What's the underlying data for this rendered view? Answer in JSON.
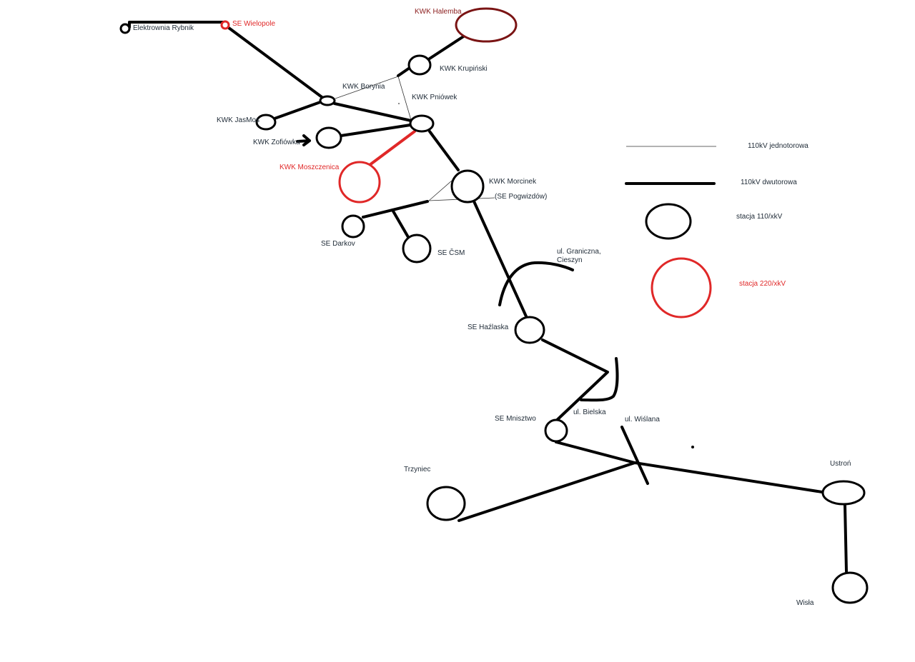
{
  "labels": {
    "elektrownia_rybnik": "Elektrownia Rybnik",
    "se_wielopole": "SE Wielopole",
    "kwk_halemba": "KWK Halemba",
    "kwk_krupinski": "KWK Krupiński",
    "kwk_borynia": "KWK Borynia",
    "kwk_pniowek": "KWK Pniówek",
    "kwk_jasmos": "KWK JasMos",
    "kwk_zofiowka": "KWK Zofiówka",
    "kwk_moszczenica": "KWK Moszczenica",
    "kwk_morcinek": "KWK Morcinek",
    "se_pogwizdow": "(SE Pogwizdów)",
    "se_darkov": "SE Darkov",
    "se_csm": "SE ČSM",
    "ul_graniczna_1": "ul. Graniczna,",
    "ul_graniczna_2": "Cieszyn",
    "se_hazlaska": "SE Haźlaska",
    "ul_bielska": "ul. Bielska",
    "se_mnisztwo": "SE Mnisztwo",
    "ul_wislana": "ul. Wiślana",
    "trzyniec": "Trzyniec",
    "ustron": "Ustroń",
    "wisla": "Wisła"
  },
  "legend": {
    "single_line": "110kV jednotorowa",
    "double_line": "110kV dwutorowa",
    "station_110": "stacja 110/xkV",
    "station_220": "stacja 220/xkV"
  },
  "colors": {
    "line": "#000000",
    "station_220": "#e02828",
    "halemba": "#7a1414",
    "label": "#1e2a36"
  }
}
